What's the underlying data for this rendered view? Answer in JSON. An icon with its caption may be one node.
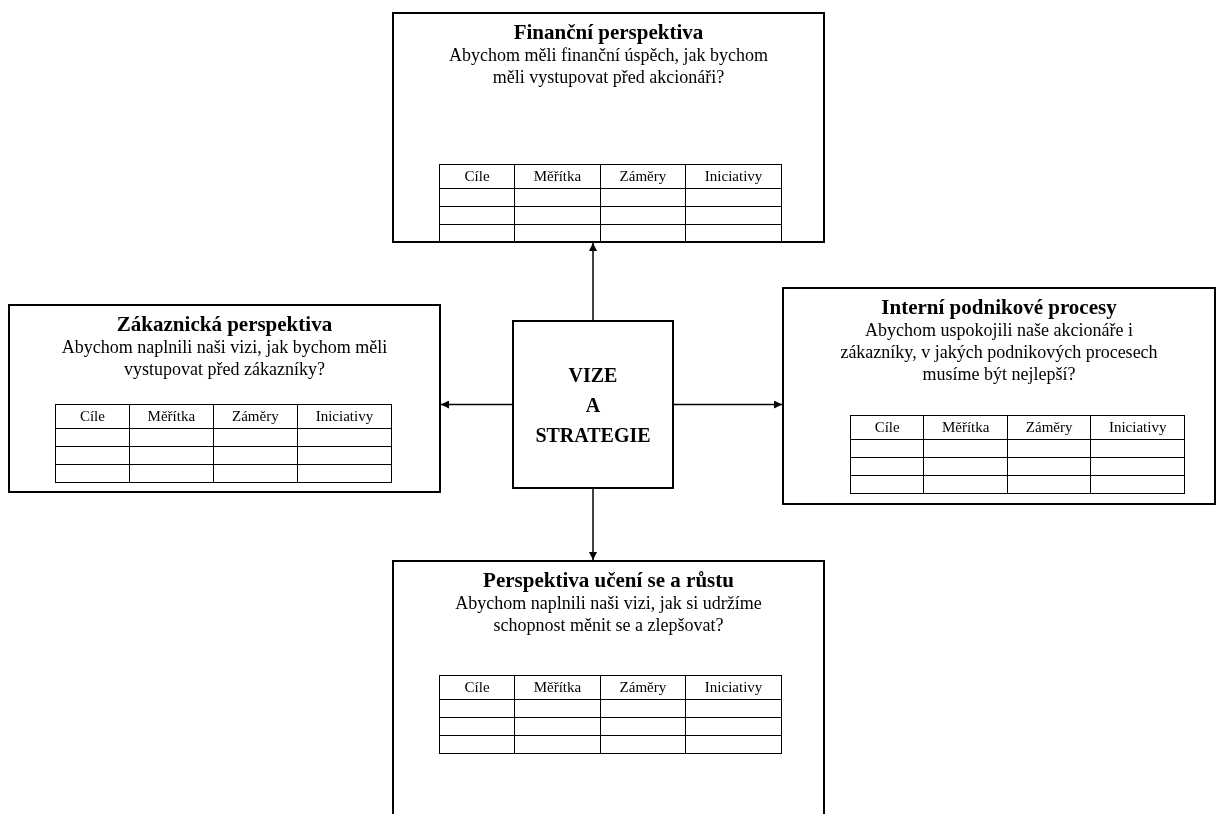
{
  "diagram": {
    "nodes": [
      {
        "text": [
          "Finanční perspektiva",
          "Abychom měli finanční úspěch, jak bychom měli vystupovat před akcionáři?"
        ]
      },
      {
        "text": [
          "Zákaznická perspektiva",
          "Abychom naplnili naši vizi, jak bychom měli vystupovat před zákazníky?"
        ]
      },
      {
        "text": [
          "VIZE A STRATEGIE"
        ]
      },
      {
        "text": [
          "Interní podnikové procesy",
          "Abychom uspokojili naše akcionáře i zákazníky, v jakých podnikových procesech musíme být nejlepší?"
        ]
      },
      {
        "text": [
          "Perspektiva učení se a růstu",
          "Abychom naplnili naši vizi, jak si udržíme schopnost měnit se a zlepšovat?"
        ]
      }
    ],
    "edges": [
      {
        "from": 2,
        "to": 0,
        "arrow": "to"
      },
      {
        "from": 2,
        "to": 1,
        "arrow": "to"
      },
      {
        "from": 2,
        "to": 3,
        "arrow": "to"
      },
      {
        "from": 2,
        "to": 4,
        "arrow": "to"
      }
    ],
    "labels": [
      "Cíle",
      "Měřítka",
      "Záměry",
      "Iniciativy",
      "Cíle",
      "Měřítka",
      "Záměry",
      "Iniciativy",
      "Cíle",
      "Měřítka",
      "Záměry",
      "Iniciativy",
      "Cíle",
      "Měřítka",
      "Záměry",
      "Iniciativy"
    ]
  }
}
